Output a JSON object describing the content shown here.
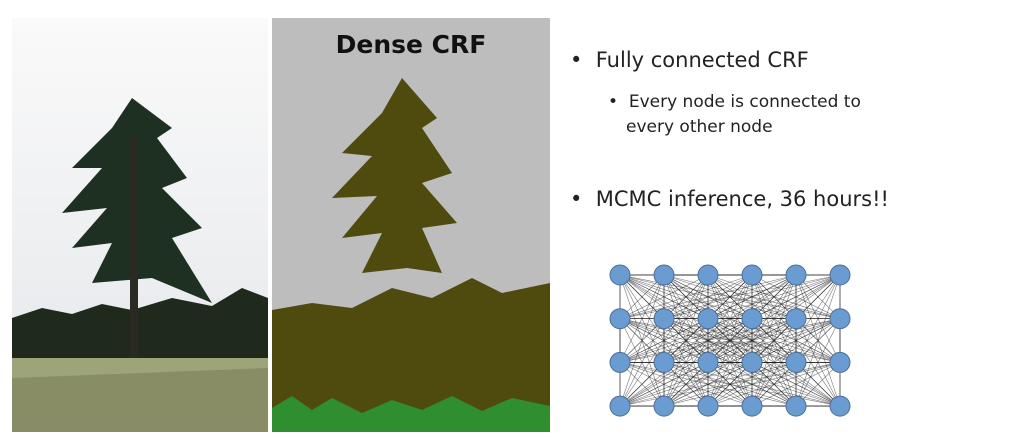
{
  "panel_title": "Dense CRF",
  "bullets": [
    {
      "text": "Fully connected CRF",
      "sub": [
        "Every node is connected to",
        "every other node"
      ]
    },
    {
      "text": "MCMC inference, 36 hours!!"
    }
  ],
  "graph": {
    "rows": 4,
    "cols": 6,
    "node_color": "#6a9bd1"
  },
  "colors": {
    "tree": "#4f4b0f",
    "grass": "#2f8f2f",
    "sky": "#bdbdbd"
  }
}
